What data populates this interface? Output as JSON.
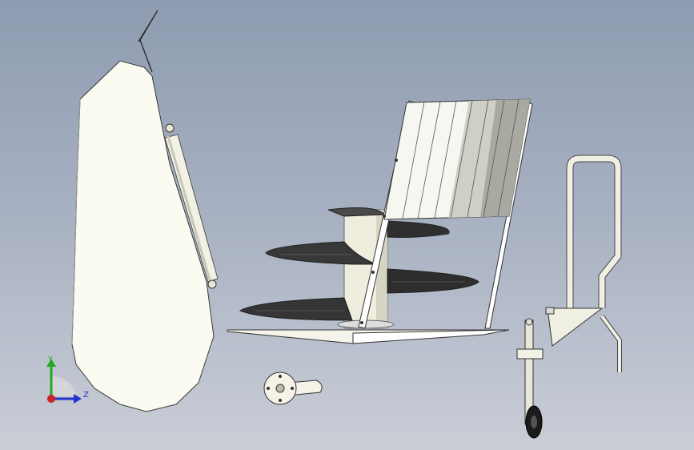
{
  "viewport": {
    "background_top": "#8e9bb0",
    "background_bottom": "#c9cdd6"
  },
  "parts": [
    {
      "name": "chute-housing",
      "fill": "#fbfbf2"
    },
    {
      "name": "hydraulic-cylinder",
      "fill": "#f2f1e4"
    },
    {
      "name": "auger-frame",
      "fill": "#ffffff"
    },
    {
      "name": "auger-flights",
      "fill": "#3a3a3a"
    },
    {
      "name": "auger-shaft",
      "fill": "#efeede"
    },
    {
      "name": "crank-handle",
      "fill": "#f5f3e8"
    },
    {
      "name": "handlebar-assembly",
      "fill": "#f0efe3"
    },
    {
      "name": "jack-wheel",
      "fill": "#1b1b1b"
    }
  ],
  "triad": {
    "y_label": "Y",
    "z_label": "Z",
    "y_color": "#22aa22",
    "z_color": "#2233cc",
    "origin_color": "#cc2222"
  }
}
